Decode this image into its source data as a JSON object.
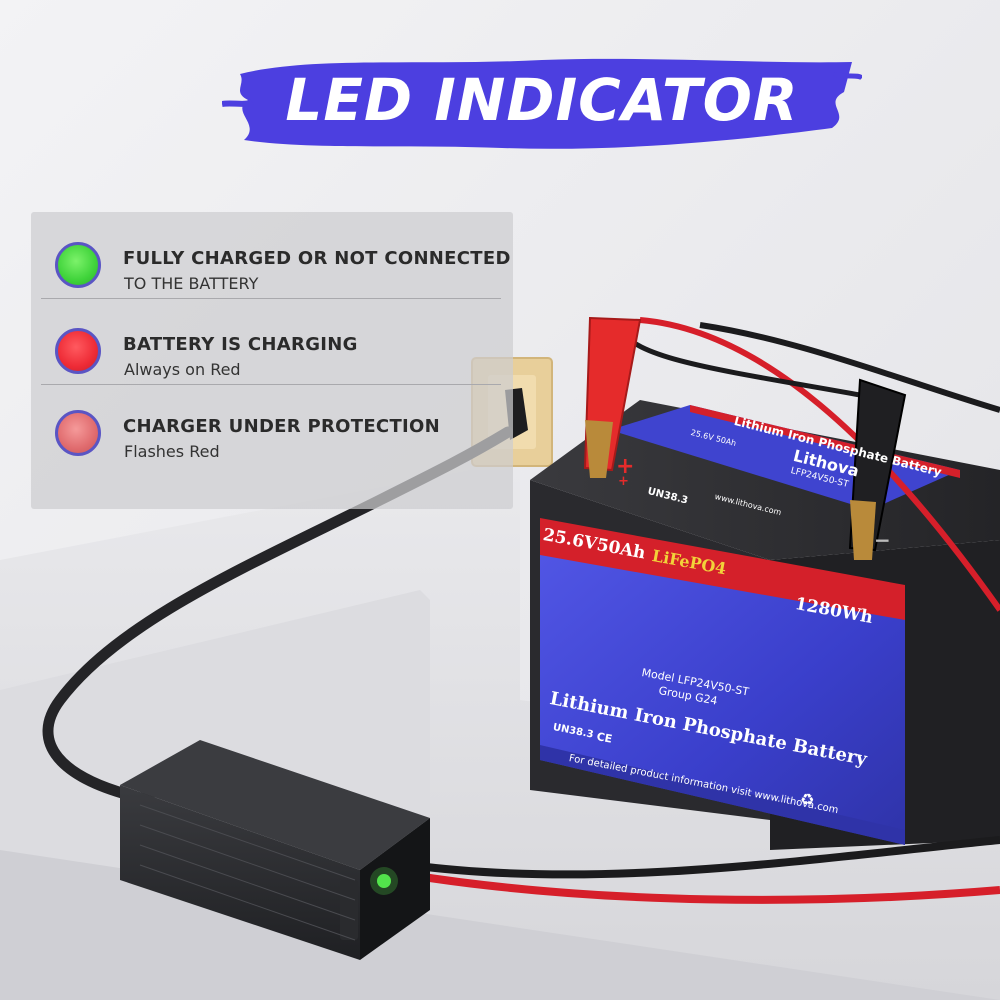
{
  "title": "LED INDICATOR",
  "legend": [
    {
      "color": "green",
      "main": "FULLY CHARGED OR NOT CONNECTED",
      "sub": "TO THE BATTERY"
    },
    {
      "color": "red",
      "main": "BATTERY IS CHARGING",
      "sub": "Always on Red"
    },
    {
      "color": "pink",
      "main": "CHARGER UNDER PROTECTION",
      "sub": "Flashes Red"
    }
  ],
  "battery": {
    "voltage_capacity": "25.6V50Ah",
    "chemistry": "LiFePO4",
    "energy": "1280Wh",
    "model": "Model LFP24V50-ST",
    "group": "Group  G24",
    "name": "Lithium Iron Phosphate Battery",
    "footer": "For detailed product information visit www.lithova.com",
    "top_label": "Lithium Iron Phosphate Battery",
    "top_brand": "Lithova",
    "top_model": "LFP24V50-ST",
    "top_spec": "25.6V 50Ah",
    "top_website": "www.lithova.com",
    "cert": "UN38.3",
    "ce": "CE",
    "plus": "+",
    "minus": "−"
  },
  "colors": {
    "brush": "#4c3fe0",
    "battery_blue": "#3c3ec0",
    "battery_red": "#d4202a",
    "led_green": "#3fd33a",
    "led_red": "#ee2b36",
    "led_pink": "#e06b6e",
    "clamp_red": "#e52b2b",
    "charger_dark": "#2a2b2e"
  }
}
